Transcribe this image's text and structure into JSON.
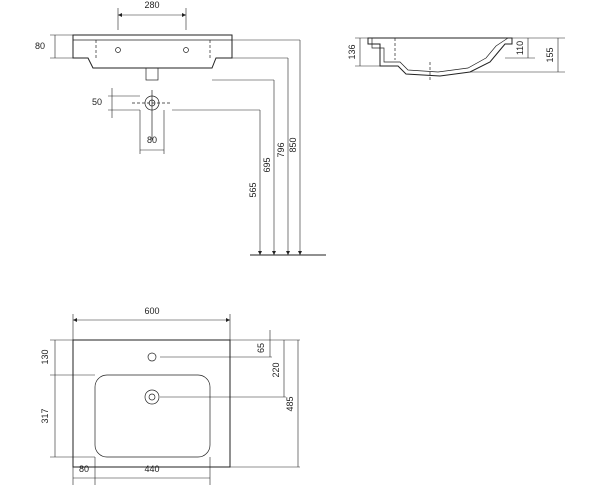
{
  "front_view": {
    "dim_tap_spacing": "280",
    "dim_rim_height": "80",
    "dim_waste_offset": "50",
    "dim_waste_spacing": "80",
    "dim_h565": "565",
    "dim_h695": "695",
    "dim_h796": "796",
    "dim_h850": "850"
  },
  "side_section": {
    "dim_depth_136": "136",
    "dim_depth_110": "110",
    "dim_depth_155": "155"
  },
  "plan_view": {
    "dim_width": "600",
    "dim_top_margin": "130",
    "dim_bowl_depth": "317",
    "dim_side_margin": "80",
    "dim_bowl_width": "440",
    "dim_tap_hole": "65",
    "dim_drain": "220",
    "dim_total_depth": "485"
  }
}
